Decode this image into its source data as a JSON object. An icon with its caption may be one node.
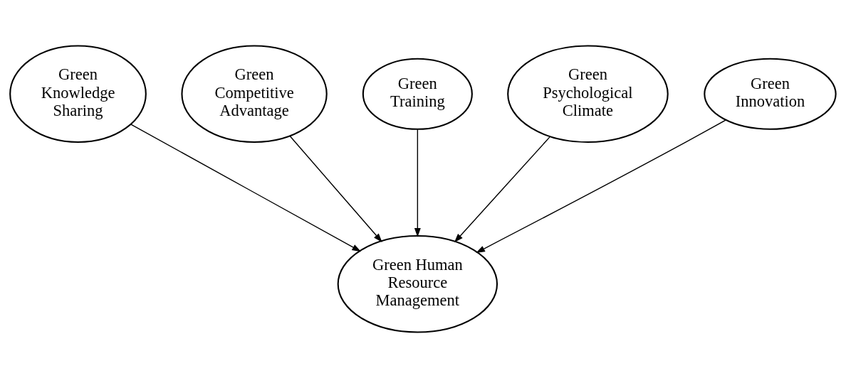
{
  "diagram": {
    "nodes": [
      {
        "text": [
          "Green Competitive Advantage"
        ]
      },
      {
        "text": [
          "Green Training"
        ]
      },
      {
        "text": [
          "Green Psychological Climate"
        ]
      },
      {
        "text": [
          "Green Knowledge Sharing"
        ]
      },
      {
        "text": [
          "Green Innovation"
        ]
      },
      {
        "text": [
          "Green Human Resource Management"
        ]
      }
    ],
    "edges": [
      {
        "from": 3,
        "to": 5,
        "arrow": "to"
      },
      {
        "from": 0,
        "to": 5,
        "arrow": "to"
      },
      {
        "from": 1,
        "to": 5,
        "arrow": "to"
      },
      {
        "from": 2,
        "to": 5,
        "arrow": "to"
      },
      {
        "from": 4,
        "to": 5,
        "arrow": "to"
      }
    ]
  }
}
